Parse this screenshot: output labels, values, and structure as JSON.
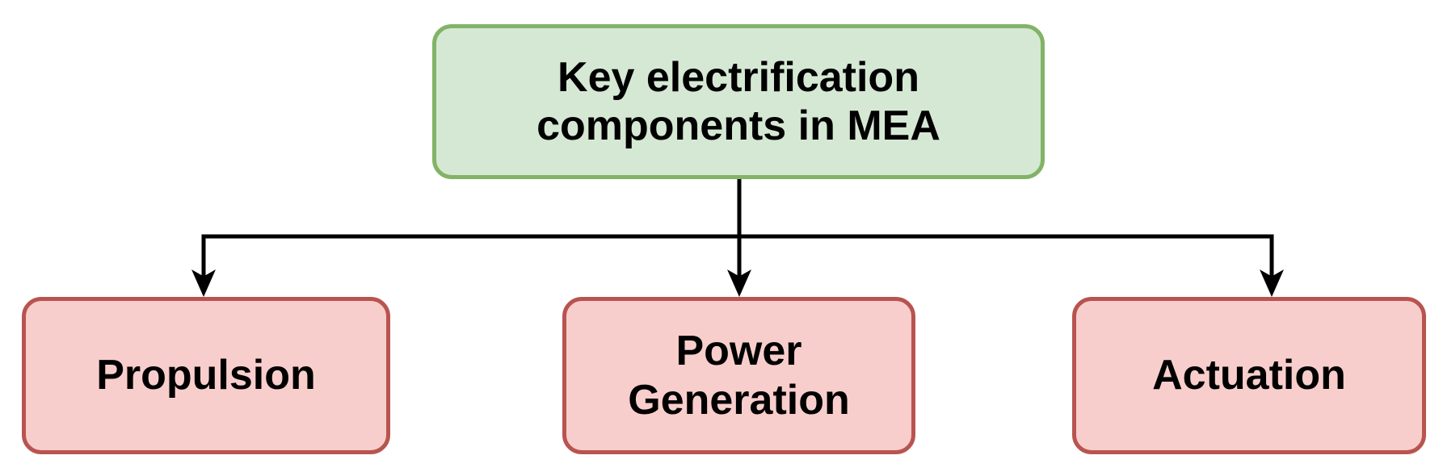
{
  "diagram": {
    "type": "flowchart",
    "root": {
      "label": "Key electrification\ncomponents in MEA"
    },
    "children": [
      {
        "label": "Propulsion"
      },
      {
        "label": "Power\nGeneration"
      },
      {
        "label": "Actuation"
      }
    ],
    "edges": [
      {
        "from": "key-electrification-components-in-mea",
        "to": "propulsion"
      },
      {
        "from": "key-electrification-components-in-mea",
        "to": "power-generation"
      },
      {
        "from": "key-electrification-components-in-mea",
        "to": "actuation"
      }
    ]
  },
  "colors": {
    "background": "#ffffff",
    "root-fill": "#d5e8d4",
    "root-stroke": "#82b366",
    "child-fill": "#f8cecc",
    "child-stroke": "#b85450",
    "connector": "#000000",
    "text": "#000000"
  }
}
